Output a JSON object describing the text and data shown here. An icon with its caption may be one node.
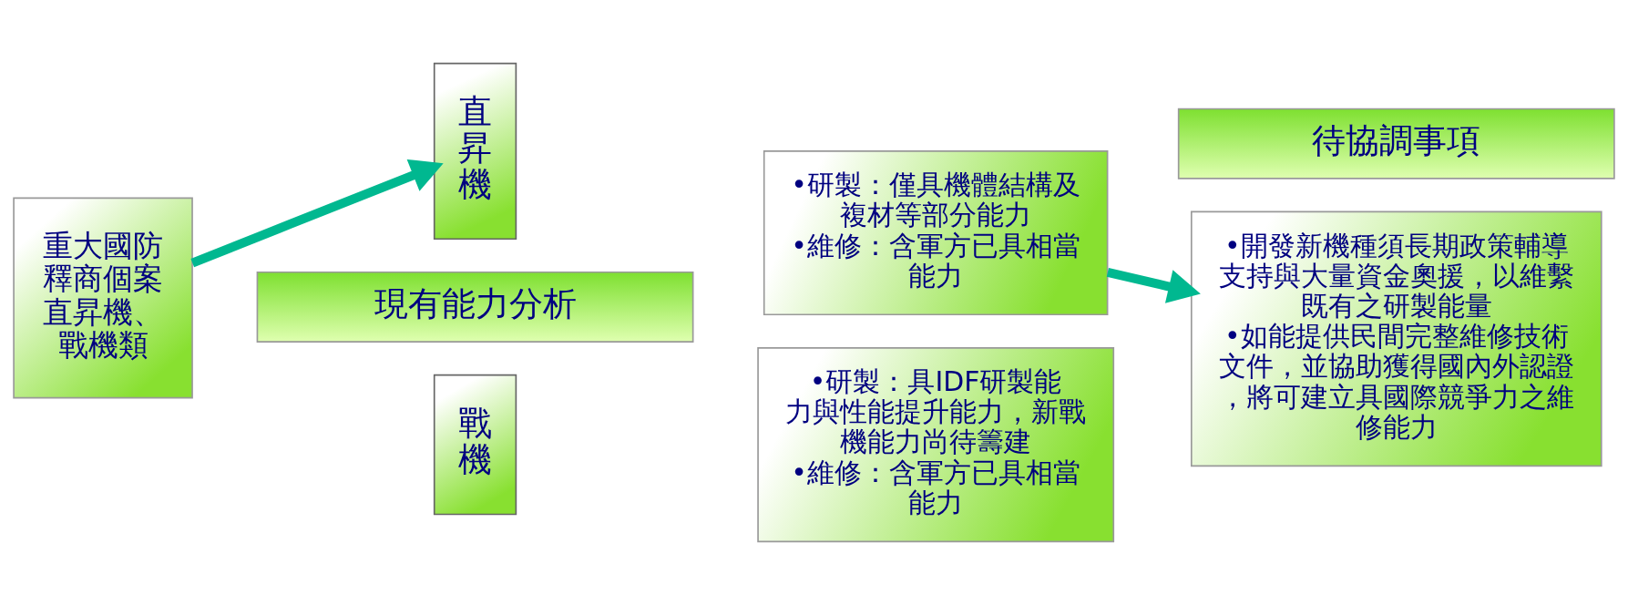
{
  "diagram": {
    "nodes": [
      {
        "text": [
          "重大國防釋商個案",
          "直昇機、戰機類"
        ]
      },
      {
        "text": [
          "現有能力分析"
        ]
      },
      {
        "text": [
          "直昇機"
        ]
      },
      {
        "text": [
          "•研製：僅具機體結構及複材等部分能力",
          "•維修：含軍方已具相當能力"
        ]
      },
      {
        "text": [
          "戰機"
        ]
      },
      {
        "text": [
          "•研製：具IDF研製能力與性能提升能力，新戰機能力尚待籌建",
          "•維修：含軍方已具相當能力"
        ]
      },
      {
        "text": [
          "待協調事項"
        ]
      },
      {
        "text": [
          "•開發新機種須長期政策輔導支持與大量資金奧援，以維繫既有之研製能量",
          "•如能提供民間完整維修技術文件，並協助獲得國內外認證，將可建立具國際競爭力之維修能力"
        ]
      }
    ],
    "edges": [
      {
        "from": 0,
        "to": 2,
        "arrow": "to"
      },
      {
        "from": 3,
        "to": 7,
        "arrow": "to"
      }
    ]
  }
}
